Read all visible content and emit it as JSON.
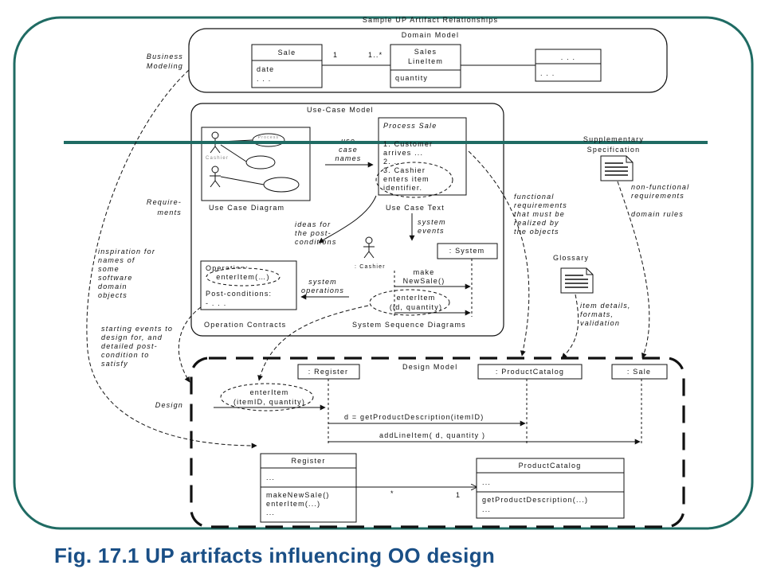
{
  "diagram": {
    "title": "Sample UP Artifact Relationships",
    "disciplines": {
      "business_modeling": [
        "Business",
        "Modeling"
      ],
      "requirements": [
        "Require-",
        "ments"
      ],
      "design": "Design"
    },
    "domain_model": {
      "title": "Domain Model",
      "sale": {
        "name": "Sale",
        "attrs": [
          "date",
          ". . ."
        ]
      },
      "multiplicity_left": "1",
      "multiplicity_right": "1..*",
      "sales_line_item": {
        "name": [
          "Sales",
          "LineItem"
        ],
        "attrs": [
          "quantity"
        ]
      },
      "other": {
        "name": ". . .",
        "attrs": [
          ". . ."
        ]
      }
    },
    "use_case_model": {
      "title": "Use-Case Model",
      "use_case_diagram_label": "Use Case Diagram",
      "actor_cashier": "Cashier",
      "process_sale_oval": [
        "Process",
        "Sale"
      ],
      "use_case_names": [
        "use",
        "case",
        "names"
      ],
      "use_case_text": {
        "title": "Process Sale",
        "lines": [
          "1. Customer",
          "arrives ...",
          "2. ...",
          "3. Cashier",
          "enters item",
          "identifier."
        ]
      },
      "use_case_text_label": "Use Case Text",
      "ideas": [
        "ideas for",
        "the post-",
        "conditions"
      ],
      "system_events": [
        "system",
        "events"
      ],
      "system_box": ": System",
      "ssd_actor": ": Cashier",
      "make_new_sale": [
        "make",
        "NewSale()"
      ],
      "enter_item": [
        "enterItem",
        "(id, quantity)"
      ],
      "ssd_label": "System Sequence Diagrams",
      "system_operations": [
        "system",
        "operations"
      ],
      "operation_contract": {
        "operation": "Operation:",
        "enter_item": "enterItem(…)",
        "post": "Post-conditions:",
        "more": "- . . ."
      },
      "operation_contracts_label": "Operation Contracts"
    },
    "supplementary": {
      "title": [
        "Supplementary",
        "Specification"
      ],
      "notes": [
        "non-functional",
        "requirements"
      ],
      "domain_rules": "domain rules"
    },
    "glossary": {
      "title": "Glossary",
      "notes": [
        "item details,",
        "formats,",
        "validation"
      ]
    },
    "functional_note": [
      "functional",
      "requirements",
      "that must be",
      "realized by",
      "the objects"
    ],
    "inspiration_note": [
      "inspiration for",
      "names of",
      "some",
      "software",
      "domain",
      "objects"
    ],
    "starting_events_note": [
      "starting events to",
      "design for, and",
      "detailed post-",
      "condition to",
      "satisfy"
    ],
    "design_model": {
      "title": "Design Model",
      "register_lifeline": ": Register",
      "catalog_lifeline": ": ProductCatalog",
      "sale_lifeline": ": Sale",
      "enter_item": [
        "enterItem",
        "(itemID, quantity)"
      ],
      "msg_get": "d = getProductDescription(itemID)",
      "msg_add": "addLineItem( d, quantity )",
      "register_class": {
        "name": "Register",
        "attrs": [
          "..."
        ],
        "ops": [
          "makeNewSale()",
          "enterItem(...)",
          "..."
        ]
      },
      "catalog_class": {
        "name": "ProductCatalog",
        "attrs": [
          "..."
        ],
        "ops": [
          "getProductDescription(...)",
          "..."
        ]
      },
      "assoc_star": "*",
      "assoc_one": "1"
    }
  },
  "caption": "Fig. 17.1  UP artifacts influencing OO design",
  "colors": {
    "frame": "#1f6b63",
    "caption": "#1a4f86"
  }
}
